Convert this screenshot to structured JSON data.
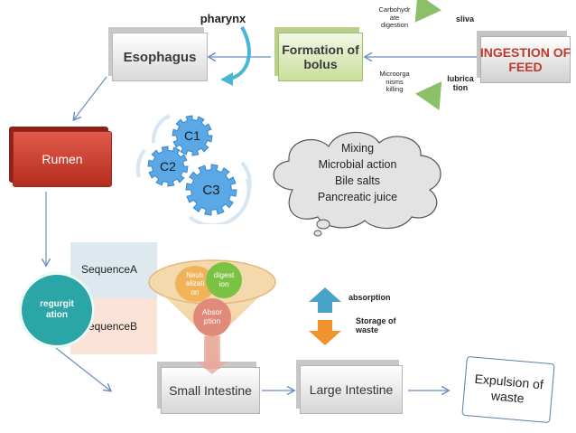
{
  "nodes": {
    "esophagus": "Esophagus",
    "bolus": "Formation of\nbolus",
    "ingestion": "INGESTION OF\nFEED",
    "rumen": "Rumen",
    "small_intestine": "Small Intestine",
    "large_intestine": "Large Intestine",
    "expulsion": "Expulsion of\nwaste",
    "regurgitation": "regurgit\nation"
  },
  "labels": {
    "pharynx": "pharynx",
    "carbohydrate": "Carbohydr\nate\ndigestion",
    "microorganisms": "Microorga\nnisms\nkilling",
    "sliva": "sliva",
    "lubrication": "lubrica\ntion",
    "absorption": "absorption",
    "storage": "Storage of\nwaste"
  },
  "gears": [
    "C1",
    "C2",
    "C3"
  ],
  "cloud": [
    "Mixing",
    "Microbial action",
    "Bile salts",
    "Pancreatic juice"
  ],
  "sequences": [
    "SequenceA",
    "SequenceB"
  ],
  "funnel": [
    "Neutr\nalizati\non",
    "digest\nion",
    "Absor\nption"
  ],
  "colors": {
    "rumen": "#c0392b",
    "teal": "#2aa6a6",
    "gear": "#5aa9e6",
    "seqA": "#dde9ef",
    "seqB": "#fbe3d8",
    "funnel": "#f2cfa0",
    "circle_green": "#7cc242",
    "circle_orange": "#e08a5a",
    "arrow_up": "#4aa3c8",
    "arrow_down": "#f0922e"
  }
}
